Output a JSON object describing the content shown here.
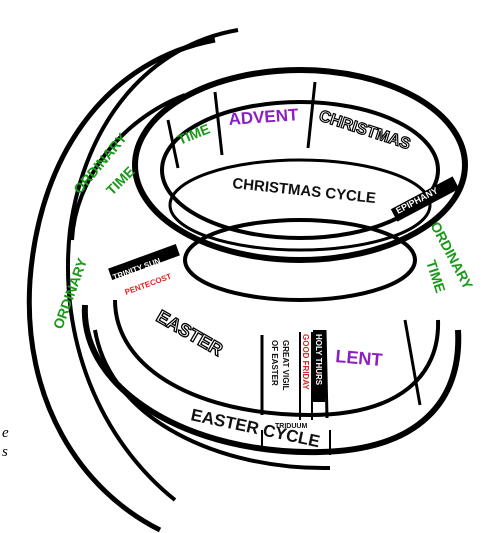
{
  "colors": {
    "band": "#000000",
    "background": "#ffffff",
    "ordinary": "#1a9a1a",
    "violet": "#8a1fc2",
    "red": "#e02222",
    "black": "#111111"
  },
  "labels": {
    "ordinary_left": "ORDINARY",
    "ordinary_time_upper_1": "ORDINARY",
    "ordinary_time_upper_2": "TIME",
    "time_top": "TIME",
    "advent": "ADVENT",
    "christmas": "CHRISTMAS",
    "christmas_cycle": "CHRISTMAS CYCLE",
    "epiphany": "EPIPHANY",
    "ordinary_time_right_1": "ORDINARY",
    "ordinary_time_right_2": "TIME",
    "trinity_sun": "TRINITY SUN",
    "pentecost": "PENTECOST",
    "easter": "EASTER",
    "great_vigil_1": "GREAT VIGIL",
    "great_vigil_2": "OF EASTER",
    "good_friday": "GOOD FRIDAY",
    "holy_thursday": "HOLY THURS",
    "lent": "LENT",
    "triduum": "TRIDUUM",
    "easter_cycle": "EASTER CYCLE"
  },
  "captions": {
    "line1": "e",
    "line2": "s"
  }
}
